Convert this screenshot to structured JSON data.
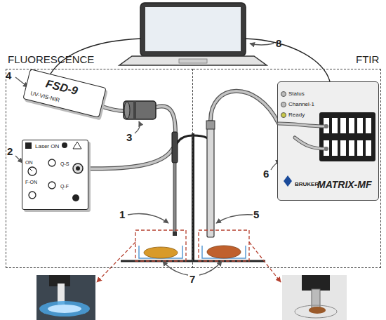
{
  "diagram": {
    "nodes": [
      {
        "text": [
          "FLUORESCENCE"
        ]
      },
      {
        "text": [
          "FTIR"
        ]
      },
      {
        "text": [
          "FSD-9",
          "UV-VIS-NIR"
        ],
        "in": 0
      },
      {
        "text": [
          "Laser ON",
          "ON",
          "Q-S",
          "F-ON",
          "Q-F"
        ],
        "in": 0
      },
      {
        "text": [
          "Status",
          "Channel-1",
          "Ready",
          "BRUKER",
          "MATRIX-MF"
        ],
        "in": 1
      }
    ],
    "labels": [
      "1",
      "2",
      "3",
      "4",
      "5",
      "6",
      "7",
      "8"
    ]
  }
}
